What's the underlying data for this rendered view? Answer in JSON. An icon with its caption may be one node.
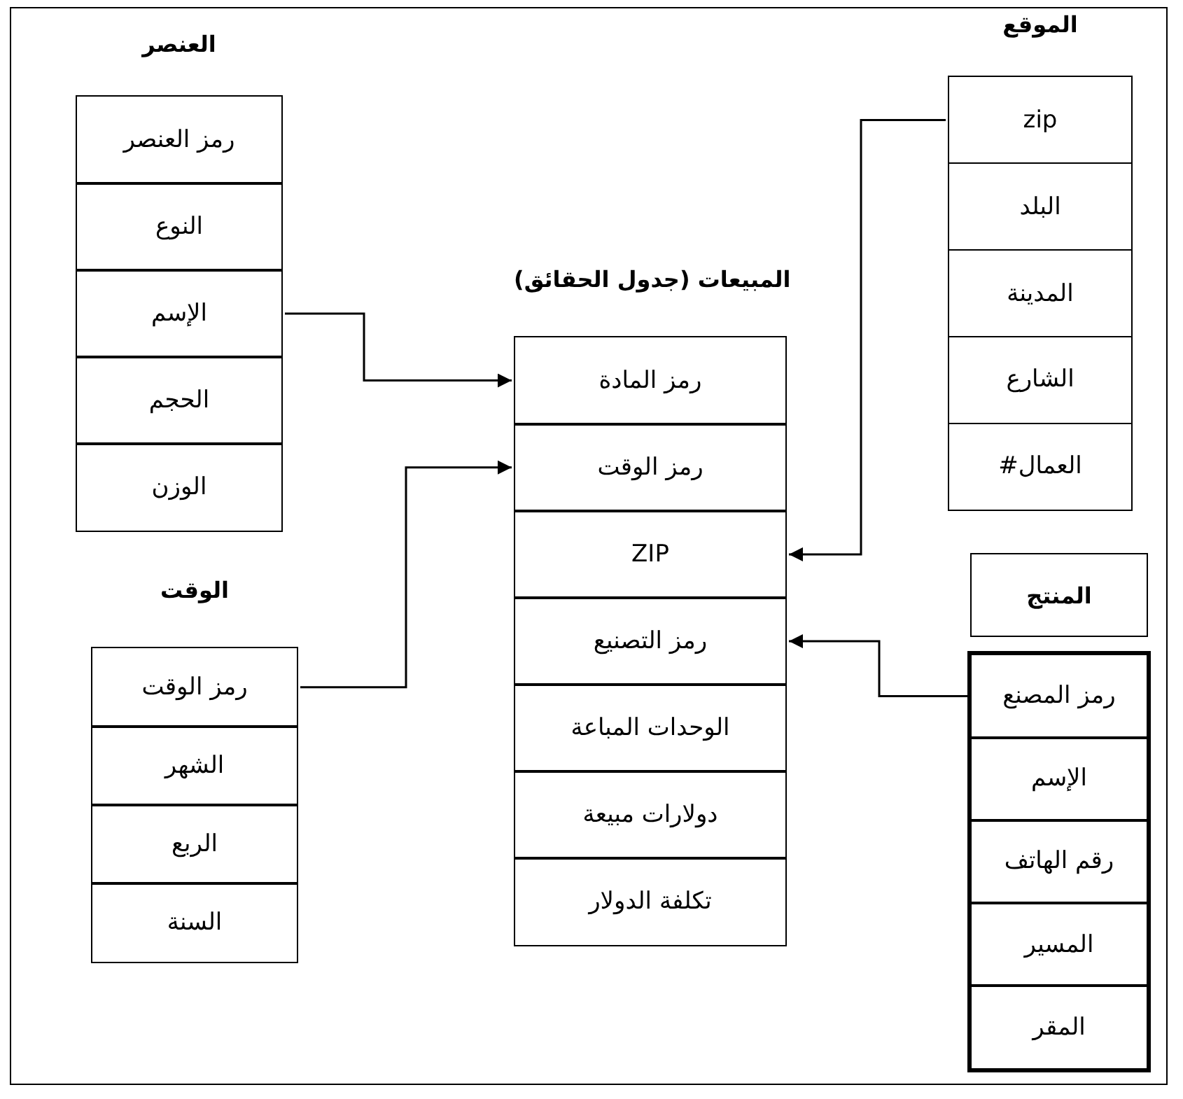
{
  "diagram": {
    "nodes": [
      {
        "text": [
          "العنصر"
        ]
      },
      {
        "text": [
          "رمز العنصر"
        ],
        "in": 0
      },
      {
        "text": [
          "النوع"
        ],
        "in": 0
      },
      {
        "text": [
          "الإسم"
        ],
        "in": 0
      },
      {
        "text": [
          "الحجم"
        ],
        "in": 0
      },
      {
        "text": [
          "الوزن"
        ],
        "in": 0
      },
      {
        "text": [
          "الموقع"
        ]
      },
      {
        "text": [
          "zip"
        ],
        "in": 6
      },
      {
        "text": [
          "البلد"
        ],
        "in": 6
      },
      {
        "text": [
          "المدينة"
        ],
        "in": 6
      },
      {
        "text": [
          "الشارع"
        ],
        "in": 6
      },
      {
        "text": [
          "#العمال"
        ],
        "in": 6
      },
      {
        "text": [
          "المبيعات (جدول الحقائق)"
        ]
      },
      {
        "text": [
          "رمز المادة"
        ],
        "in": 12
      },
      {
        "text": [
          "رمز الوقت"
        ],
        "in": 12
      },
      {
        "text": [
          "ZIP"
        ],
        "in": 12
      },
      {
        "text": [
          "رمز التصنيع"
        ],
        "in": 12
      },
      {
        "text": [
          "الوحدات المباعة"
        ],
        "in": 12
      },
      {
        "text": [
          "دولارات مبيعة"
        ],
        "in": 12
      },
      {
        "text": [
          "تكلفة الدولار"
        ],
        "in": 12
      },
      {
        "text": [
          "الوقت"
        ]
      },
      {
        "text": [
          "رمز الوقت"
        ],
        "in": 20
      },
      {
        "text": [
          "الشهر"
        ],
        "in": 20
      },
      {
        "text": [
          "الربع"
        ],
        "in": 20
      },
      {
        "text": [
          "السنة"
        ],
        "in": 20
      },
      {
        "text": [
          "المنتج"
        ]
      },
      {
        "text": [],
        "shape": "box"
      },
      {
        "text": [
          "رمز المصنع"
        ],
        "in": 26
      },
      {
        "text": [
          "الإسم"
        ],
        "in": 26
      },
      {
        "text": [
          "رقم الهاتف"
        ],
        "in": 26
      },
      {
        "text": [
          "المسير"
        ],
        "in": 26
      },
      {
        "text": [
          "المقر"
        ],
        "in": 26
      }
    ],
    "edges": [
      {
        "from": 3,
        "to": 13,
        "arrow": "to"
      },
      {
        "from": 21,
        "to": 14,
        "arrow": "to"
      },
      {
        "from": 7,
        "to": 15,
        "arrow": "to"
      },
      {
        "from": 27,
        "to": 16,
        "arrow": "to"
      }
    ]
  }
}
